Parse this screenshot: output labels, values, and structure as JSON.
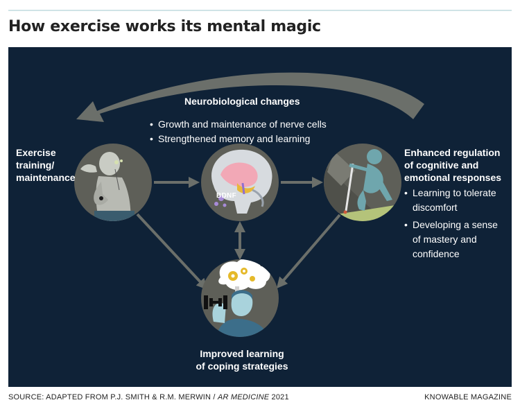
{
  "title": "How exercise works its mental magic",
  "neurobiological": {
    "title": "Neurobiological changes",
    "items": [
      "Growth and maintenance of nerve cells",
      "Strengthened memory and learning"
    ]
  },
  "exercise_label": [
    "Exercise",
    "training/",
    "maintenance"
  ],
  "enhanced": {
    "title": [
      "Enhanced regulation",
      "of cognitive and",
      "emotional responses"
    ],
    "items": [
      "Learning to tolerate discomfort",
      "Developing a sense of mastery and confidence"
    ]
  },
  "improved_label": [
    "Improved learning",
    "of coping strategies"
  ],
  "brain_label": "BDNF",
  "footer": {
    "source_prefix": "SOURCE: ADAPTED FROM P.J. SMITH & R.M. MERWIN / ",
    "source_journal": "AR MEDICINE",
    "source_year": " 2021",
    "credit": "KNOWABLE MAGAZINE"
  },
  "colors": {
    "panel_bg": "#0f2237",
    "arrow": "#6b6f6a",
    "circle_bg": "#5e5f58",
    "teal": "#6fa6ad",
    "brain_pink": "#f2a8b6",
    "gear": "#e5b92a"
  },
  "icons": [
    "runner-icon",
    "brain-icon",
    "climber-icon",
    "thinking-man-icon",
    "dumbbell-icon",
    "gear-icon"
  ]
}
